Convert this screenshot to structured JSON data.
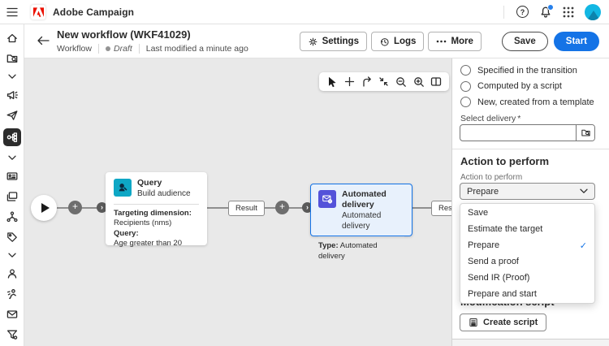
{
  "topbar": {
    "app_name": "Adobe Campaign"
  },
  "header": {
    "title": "New workflow (WKF41029)",
    "breadcrumb_type": "Workflow",
    "status": "Draft",
    "last_modified": "Last modified a minute ago",
    "buttons": {
      "settings": "Settings",
      "logs": "Logs",
      "more": "More",
      "save": "Save",
      "start": "Start"
    }
  },
  "sidebar": {
    "icons": [
      "home",
      "explorer",
      "section-collapse",
      "campaigns",
      "deliveries",
      "workflows",
      "section-collapse",
      "landing-pages",
      "content-templates",
      "audiences",
      "offers",
      "section-collapse",
      "profiles",
      "test-profiles",
      "subscription-services",
      "predefined-filters"
    ],
    "selected": "workflows"
  },
  "canvas": {
    "toolbar_icons": [
      "select-tool",
      "add-activity",
      "connector-tool",
      "fit-view",
      "zoom-out",
      "zoom-in",
      "overview-map"
    ],
    "nodes": {
      "query": {
        "title": "Query",
        "subtitle": "Build audience",
        "fields": [
          {
            "label": "Targeting dimension:",
            "value": "Recipients (nms)"
          },
          {
            "label": "Query:",
            "value": "Age greater than 20"
          }
        ]
      },
      "delivery": {
        "title": "Automated delivery",
        "subtitle": "Automated delivery",
        "type_label": "Type:",
        "type_value": "Automated delivery"
      }
    },
    "transitions": [
      "Result",
      "Result"
    ]
  },
  "panel": {
    "target_options": [
      {
        "label": "Specified in the transition",
        "checked": false
      },
      {
        "label": "Computed by a script",
        "checked": false
      },
      {
        "label": "New, created from a template",
        "checked": false
      }
    ],
    "select_delivery": {
      "label": "Select delivery",
      "required": "*",
      "value": ""
    },
    "action": {
      "heading": "Action to perform",
      "field_label": "Action to perform",
      "value": "Prepare"
    },
    "dropdown_items": [
      {
        "label": "Save",
        "selected": false
      },
      {
        "label": "Estimate the target",
        "selected": false
      },
      {
        "label": "Prepare",
        "selected": true
      },
      {
        "label": "Send a proof",
        "selected": false
      },
      {
        "label": "Send IR (Proof)",
        "selected": false
      },
      {
        "label": "Prepare and start",
        "selected": false
      }
    ],
    "modification": {
      "heading": "Modification script",
      "create_button": "Create script"
    }
  },
  "colors": {
    "accent_blue": "#1473e6",
    "adobe_red": "#eb1000",
    "query_icon_bg": "#0ea7c5",
    "delivery_icon_bg": "#5452d9",
    "notification_dot": "#2680eb",
    "canvas_bg": "#e9e9e9"
  }
}
